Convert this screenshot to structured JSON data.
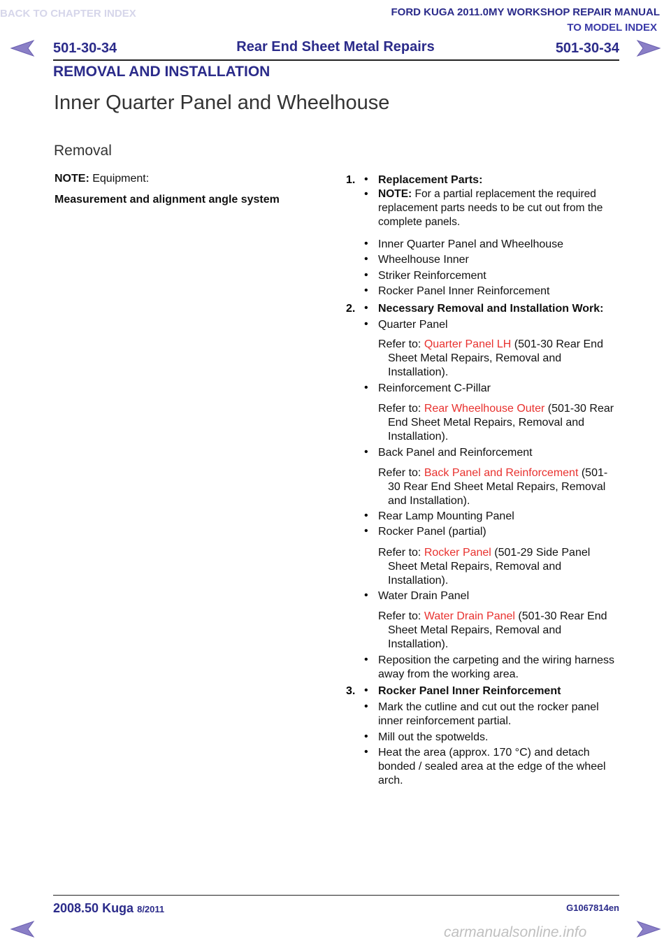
{
  "header": {
    "back_chapter": "BACK TO CHAPTER INDEX",
    "manual_title": "FORD KUGA 2011.0MY WORKSHOP REPAIR MANUAL",
    "model_index": "TO MODEL INDEX",
    "page_code_left": "501-30-34",
    "page_title": "Rear End Sheet Metal Repairs",
    "page_code_right": "501-30-34",
    "section": "REMOVAL AND INSTALLATION"
  },
  "doc": {
    "title": "Inner Quarter Panel and Wheelhouse",
    "subtitle": "Removal",
    "note_label": "NOTE:",
    "note_text": "Equipment:",
    "equipment": "Measurement and alignment angle system"
  },
  "steps": {
    "s1_num": "1.",
    "s1_title": "Replacement Parts:",
    "s1_note_label": "NOTE:",
    "s1_note_text": "For a partial replacement the required replacement parts needs to be cut out from the complete panels.",
    "s1_items": [
      "Inner Quarter Panel and Wheelhouse",
      "Wheelhouse Inner",
      "Striker Reinforcement",
      "Rocker Panel Inner Reinforcement"
    ],
    "s2_num": "2.",
    "s2_title": "Necessary Removal and Installation Work:",
    "s2_i1": "Quarter Panel",
    "s2_r1_pre": "Refer to: ",
    "s2_r1_link": "Quarter Panel LH",
    "s2_r1_post": " (501-30 Rear End Sheet Metal Repairs, Removal and Installation).",
    "s2_i2": "Reinforcement C-Pillar",
    "s2_r2_pre": "Refer to: ",
    "s2_r2_link": "Rear Wheelhouse Outer",
    "s2_r2_post": " (501-30 Rear End Sheet Metal Repairs, Removal and Installation).",
    "s2_i3": "Back Panel and Reinforcement",
    "s2_r3_pre": "Refer to: ",
    "s2_r3_link": "Back Panel and Reinforcement",
    "s2_r3_post": " (501-30 Rear End Sheet Metal Repairs, Removal and Installation).",
    "s2_i4": "Rear Lamp Mounting Panel",
    "s2_i5": "Rocker Panel (partial)",
    "s2_r5_pre": "Refer to: ",
    "s2_r5_link": "Rocker Panel",
    "s2_r5_post": " (501-29 Side Panel Sheet Metal Repairs, Removal and Installation).",
    "s2_i6": "Water Drain Panel",
    "s2_r6_pre": "Refer to: ",
    "s2_r6_link": "Water Drain Panel",
    "s2_r6_post": " (501-30 Rear End Sheet Metal Repairs, Removal and Installation).",
    "s2_i7": "Reposition the carpeting and the wiring harness away from the working area.",
    "s3_num": "3.",
    "s3_title": "Rocker Panel Inner Reinforcement",
    "s3_items": [
      "Mark the cutline and cut out the rocker panel inner reinforcement partial.",
      "Mill out the spotwelds.",
      "Heat the area (approx. 170 °C) and detach bonded / sealed area at the edge of the wheel arch."
    ]
  },
  "bullet": "•",
  "footer": {
    "model": "2008.50 Kuga",
    "date": "8/2011",
    "code": "G1067814en",
    "watermark": "carmanualsonline.info"
  },
  "colors": {
    "link": "#e8312e",
    "heading": "#2b2b8a",
    "arrow": "#8a7fc6"
  }
}
